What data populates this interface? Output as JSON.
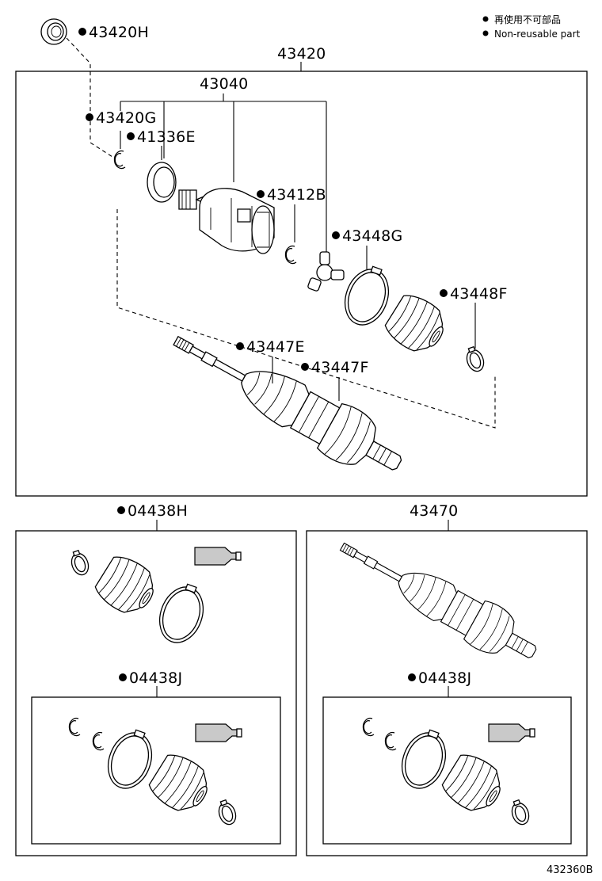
{
  "legend": {
    "japanese": "再使用不可部品",
    "english": "Non-reusable part"
  },
  "labels": {
    "p43420H": "43420H",
    "p43420": "43420",
    "p43040": "43040",
    "p43420G": "43420G",
    "p41336E": "41336E",
    "p43412B": "43412B",
    "p43448G": "43448G",
    "p43448F": "43448F",
    "p43447E": "43447E",
    "p43447F": "43447F",
    "p04438H": "04438H",
    "p43470": "43470",
    "p04438J_left": "04438J",
    "p04438J_right": "04438J"
  },
  "diagram_code": "432360B",
  "colors": {
    "line": "#000000",
    "background": "#ffffff",
    "tube": "#c9c9c9"
  }
}
